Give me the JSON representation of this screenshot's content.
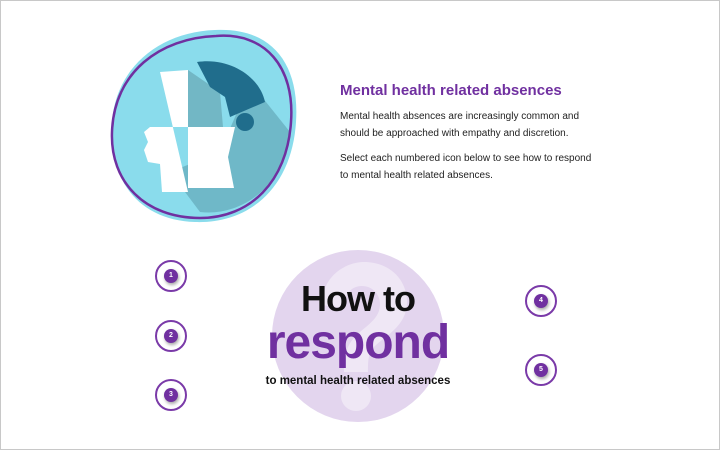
{
  "intro": {
    "title": "Mental health related absences",
    "paragraph1": "Mental health absences are increasingly common and should be approached with empathy and discretion.",
    "paragraph2": "Select each numbered icon below to see how to respond to mental health related absences."
  },
  "graphic": {
    "line1": "How to",
    "line2": "respond",
    "line3": "to mental health related absences"
  },
  "buttons": [
    "1",
    "2",
    "3",
    "4",
    "5"
  ],
  "colors": {
    "accent": "#7030a0",
    "blob": "#8adcec",
    "teal": "#206d8c",
    "circle": "#e3d5ee"
  }
}
